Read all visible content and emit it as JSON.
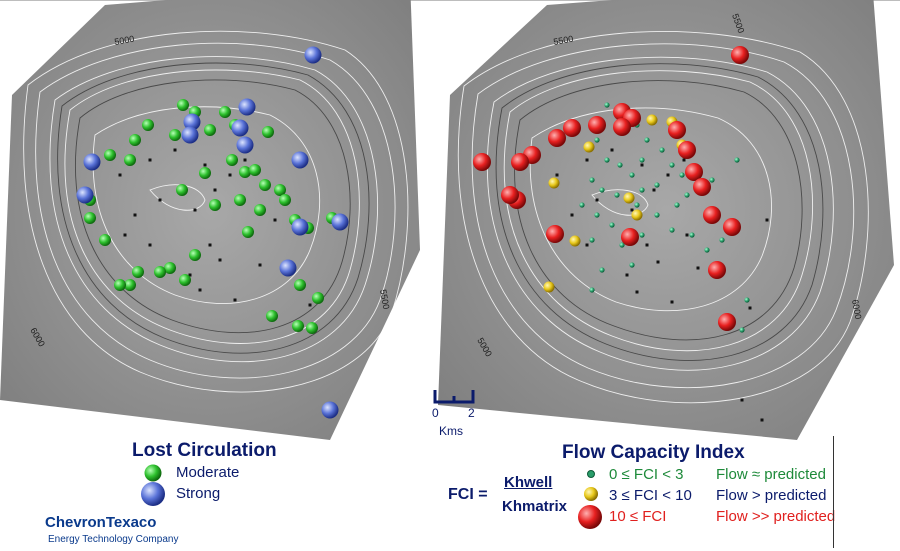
{
  "left_panel": {
    "title": "Lost Circulation",
    "legend": [
      {
        "label": "Moderate",
        "color": "#2ec12e"
      },
      {
        "label": "Strong",
        "color": "#5a73d8"
      }
    ]
  },
  "right_panel": {
    "title": "Flow Capacity Index",
    "formula": {
      "lhs": "FCI =",
      "numerator": "Khwell",
      "denominator": "Khmatrix"
    },
    "legend": [
      {
        "range": "0 ≤ FCI < 3",
        "meaning": "Flow ≈ predicted",
        "color": "#1e8a3a",
        "dot": "#2a9d6a"
      },
      {
        "range": "3 ≤ FCI < 10",
        "meaning": "Flow > predicted",
        "color": "#0b1b6b",
        "dot": "#e8c81a"
      },
      {
        "range": "10 ≤ FCI",
        "meaning": "Flow >> predicted",
        "color": "#e0201e",
        "dot": "#e82020"
      }
    ]
  },
  "contour_labels": [
    "5000",
    "5500",
    "6000",
    "5500",
    "6000",
    "5000",
    "5500"
  ],
  "scale": {
    "zero": "0",
    "two": "2",
    "unit": "Kms"
  },
  "brand": {
    "name": "ChevronTexaco",
    "tagline": "Energy Technology Company"
  },
  "colors": {
    "terrain": "#8f8f8f",
    "contour_white": "#ffffff",
    "contour_dark": "#2a2a2a",
    "navy": "#0b1b6b"
  }
}
